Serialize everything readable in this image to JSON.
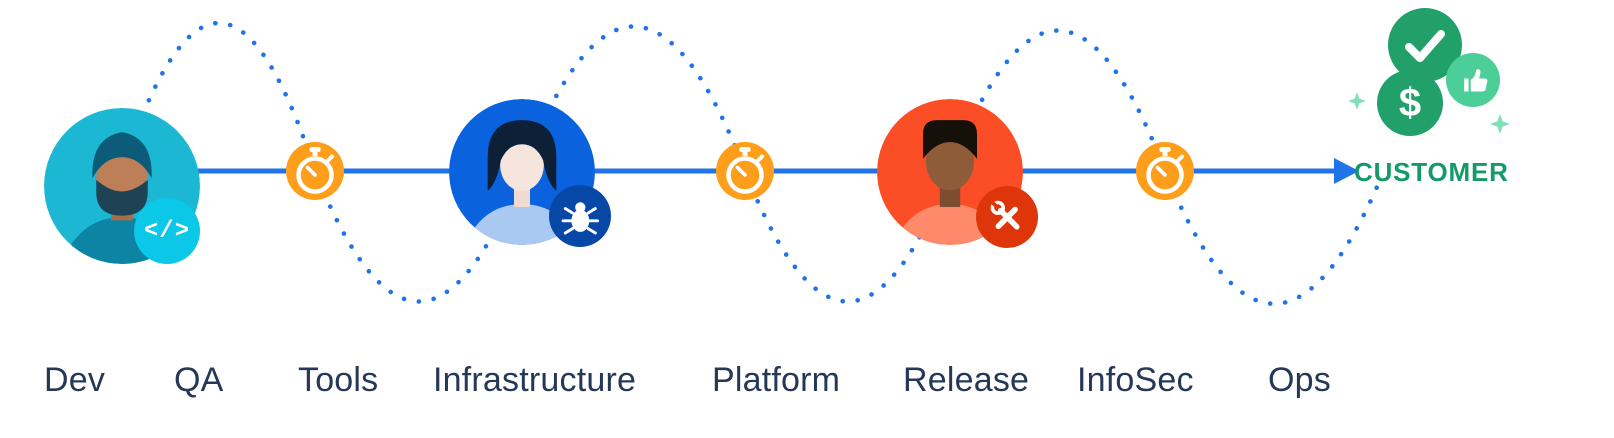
{
  "diagram": {
    "title_hint": "devops-handoff-flow",
    "customer_label": "CUSTOMER",
    "dev_badge_code": "</>",
    "dollar_symbol": "$"
  },
  "roles": [
    "Dev",
    "QA",
    "Tools",
    "Infrastructure",
    "Platform",
    "Release",
    "InfoSec",
    "Ops"
  ],
  "icons": {
    "dev_badge": "code-icon",
    "qa_badge": "bug-icon",
    "release_badge": "tools-icon",
    "timer": "stopwatch-icon",
    "customer_check": "check-icon",
    "customer_dollar": "dollar-icon",
    "customer_thumb": "thumbs-up-icon",
    "decor": "sparkle-icon",
    "flow_end": "arrowhead-icon"
  },
  "colors": {
    "flow_blue": "#2173E8",
    "timer_orange": "#FF9E1B",
    "dev_teal": "#1CB8D3",
    "dev_badge_cyan": "#0BC7E8",
    "qa_blue": "#0B62DE",
    "bug_badge_blue": "#0747A6",
    "release_orange_red": "#FB4E26",
    "tools_badge_red": "#DE350B",
    "customer_green": "#21A169",
    "customer_green_light": "#4BCE97",
    "sparkle_green": "#7FE0BA",
    "label_navy": "#253858"
  }
}
